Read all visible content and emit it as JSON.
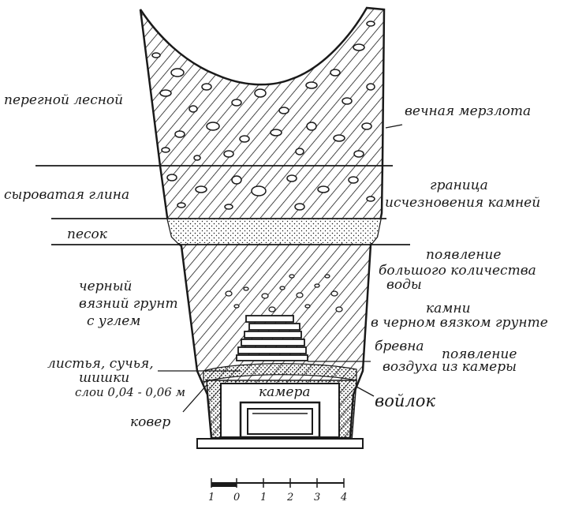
{
  "labels": {
    "humus": "перегной лесной",
    "permafrost": "вечная мерзлота",
    "damp_clay": "сыроватая глина",
    "stone_limit_1": "граница",
    "stone_limit_2": "исчезновения камней",
    "sand": "песок",
    "water_1": "появление",
    "water_2": "большого количества",
    "water_3": "воды",
    "black_soil_1": "черный",
    "black_soil_2": "вязний грунт",
    "black_soil_3": "с углем",
    "stones_1": "камни",
    "stones_2": "в черном вязком грунте",
    "logs": "бревна",
    "air_1": "появление",
    "air_2": "воздуха из камеры",
    "layers_1": "листья, сучья,",
    "layers_2": "шишки",
    "layers_3": "слои 0,04 - 0,06 м",
    "chamber": "камера",
    "felt": "войлок",
    "carpet": "ковер"
  },
  "scale": {
    "ticks": [
      "1",
      "0",
      "1",
      "2",
      "3",
      "4"
    ]
  },
  "colors": {
    "ink": "#1a1a1a",
    "paper": "#ffffff"
  }
}
